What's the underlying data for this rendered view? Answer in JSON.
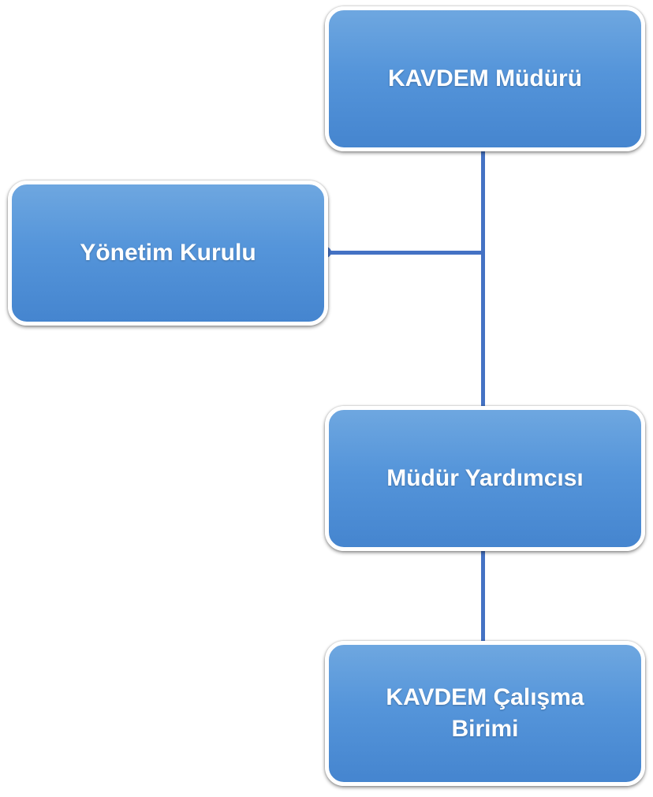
{
  "diagram": {
    "nodes": [
      {
        "id": "director",
        "label": "KAVDEM Müdürü"
      },
      {
        "id": "board",
        "label": "Yönetim Kurulu"
      },
      {
        "id": "deputy",
        "label": "Müdür Yardımcısı"
      },
      {
        "id": "unit",
        "label": "KAVDEM Çalışma Birimi"
      }
    ],
    "edges": [
      {
        "from": "director",
        "to": "deputy"
      },
      {
        "from": "director",
        "to": "board"
      },
      {
        "from": "deputy",
        "to": "unit"
      }
    ],
    "colors": {
      "connector": "#4472C4",
      "node_fill": "#5595DA",
      "node_border": "#ffffff",
      "text": "#ffffff"
    }
  }
}
